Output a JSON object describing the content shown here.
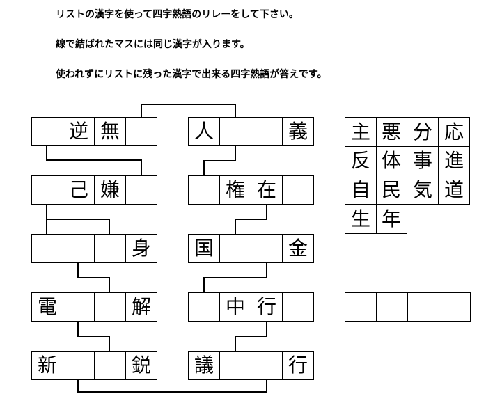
{
  "instructions": [
    "リストの漢字を使って四字熟語のリレーをして下さい。",
    "線で結ばれたマスには同じ漢字が入ります。",
    "使われずにリストに残った漢字で出来る四字熟語が答えです。"
  ],
  "puzzle": {
    "left_column": [
      [
        "",
        "逆",
        "無",
        ""
      ],
      [
        "",
        "己",
        "嫌",
        ""
      ],
      [
        "",
        "",
        "",
        "身"
      ],
      [
        "電",
        "",
        "",
        "解"
      ],
      [
        "新",
        "",
        "",
        "鋭"
      ]
    ],
    "right_column": [
      [
        "人",
        "",
        "",
        "義"
      ],
      [
        "",
        "権",
        "在",
        ""
      ],
      [
        "国",
        "",
        "",
        "金"
      ],
      [
        "",
        "中",
        "行",
        ""
      ],
      [
        "議",
        "",
        "",
        "行"
      ]
    ]
  },
  "kanji_list": [
    [
      "主",
      "悪",
      "分",
      "応"
    ],
    [
      "反",
      "体",
      "事",
      "進"
    ],
    [
      "自",
      "民",
      "気",
      "道"
    ],
    [
      "生",
      "年"
    ]
  ],
  "answer": [
    "",
    "",
    "",
    ""
  ]
}
